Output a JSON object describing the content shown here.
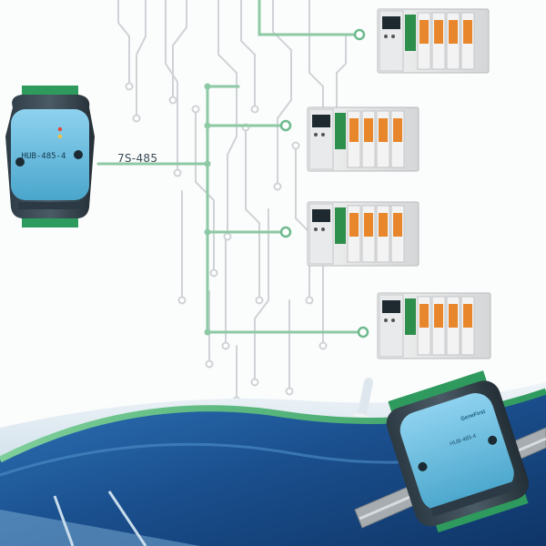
{
  "bus_label": "7S-485",
  "device": {
    "model_label": "HUB-485-4"
  },
  "photo_device": {
    "brand_label": "GeneFirst",
    "model_label": "HUB-485-4"
  },
  "plc_count": 4,
  "colors": {
    "bus_green": "#8cc9a4",
    "circuit_grey": "#cfd3d6",
    "wave_blue": "#1f5c9c",
    "module_blue": "#63b8d9",
    "plc_orange": "#e8862c"
  }
}
